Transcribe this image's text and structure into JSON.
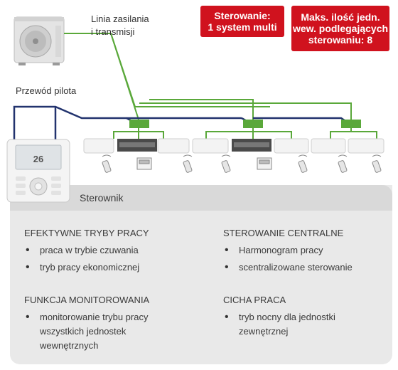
{
  "labels": {
    "power_line": [
      "Linia zasilania",
      "i transmisji"
    ],
    "remote_wire": "Przewód pilota",
    "controller": "Sterownik",
    "display_value": "26"
  },
  "badges": {
    "control": [
      "Sterowanie:",
      "1 system multi"
    ],
    "max_units": [
      "Maks. ilość jedn.",
      "wew. podlegających",
      "sterowaniu: 8"
    ]
  },
  "sections": [
    {
      "title": "EFEKTYWNE TRYBY PRACY",
      "items": [
        "praca w trybie czuwania",
        "tryb pracy ekonomicznej"
      ]
    },
    {
      "title": "FUNKCJA MONITOROWANIA",
      "items": [
        "monitorowanie trybu pracy wszystkich jednostek wewnętrznych"
      ]
    },
    {
      "title": "STEROWANIE CENTRALNE",
      "items": [
        "Harmonogram pracy",
        "scentralizowane sterowanie"
      ]
    },
    {
      "title": "CICHA PRACA",
      "items": [
        "tryb nocny dla jednostki zewnętrznej"
      ]
    }
  ],
  "colors": {
    "badge": "#d0121e",
    "power_line": "#5aa83a",
    "remote_line": "#22336e"
  }
}
